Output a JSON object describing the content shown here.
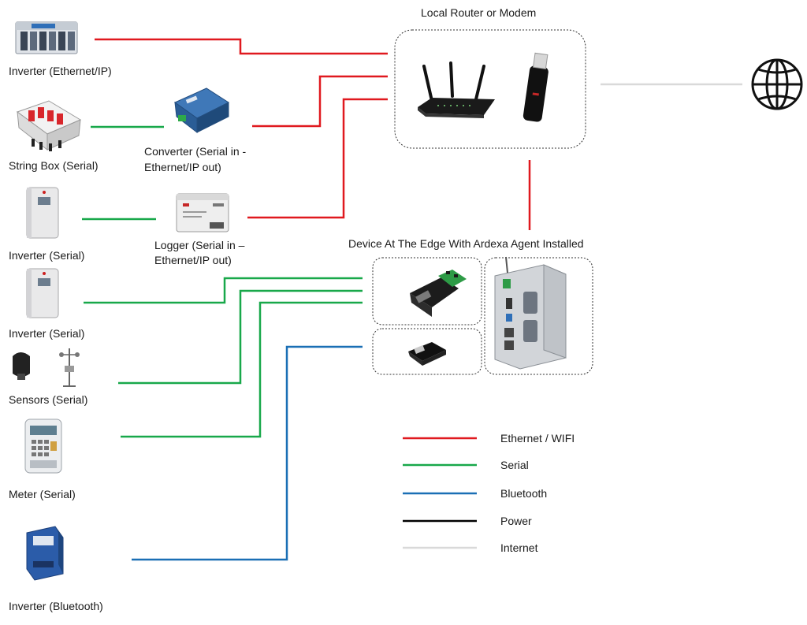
{
  "router_title": "Local Router  or Modem",
  "edge_title": "Device At The Edge With Ardexa Agent Installed",
  "devices": {
    "inverter_ethernet": "Inverter (Ethernet/IP)",
    "string_box": "String Box (Serial)",
    "converter_line1": "Converter (Serial in -",
    "converter_line2": "Ethernet/IP out)",
    "inverter_serial_1": "Inverter (Serial)",
    "logger_line1": "Logger (Serial in –",
    "logger_line2": "Ethernet/IP out)",
    "inverter_serial_2": "Inverter (Serial)",
    "sensors": "Sensors (Serial)",
    "meter": "Meter (Serial)",
    "inverter_bluetooth": "Inverter (Bluetooth)"
  },
  "legend": [
    {
      "label": "Ethernet / WIFI",
      "color": "#e0191f"
    },
    {
      "label": "Serial",
      "color": "#18a84a"
    },
    {
      "label": "Bluetooth",
      "color": "#1a6fb5"
    },
    {
      "label": "Power",
      "color": "#000000"
    },
    {
      "label": "Internet",
      "color": "#d9d9d9"
    }
  ],
  "colors": {
    "ethernet": "#e0191f",
    "serial": "#18a84a",
    "bluetooth": "#1a6fb5",
    "power": "#000000",
    "internet": "#d9d9d9"
  }
}
